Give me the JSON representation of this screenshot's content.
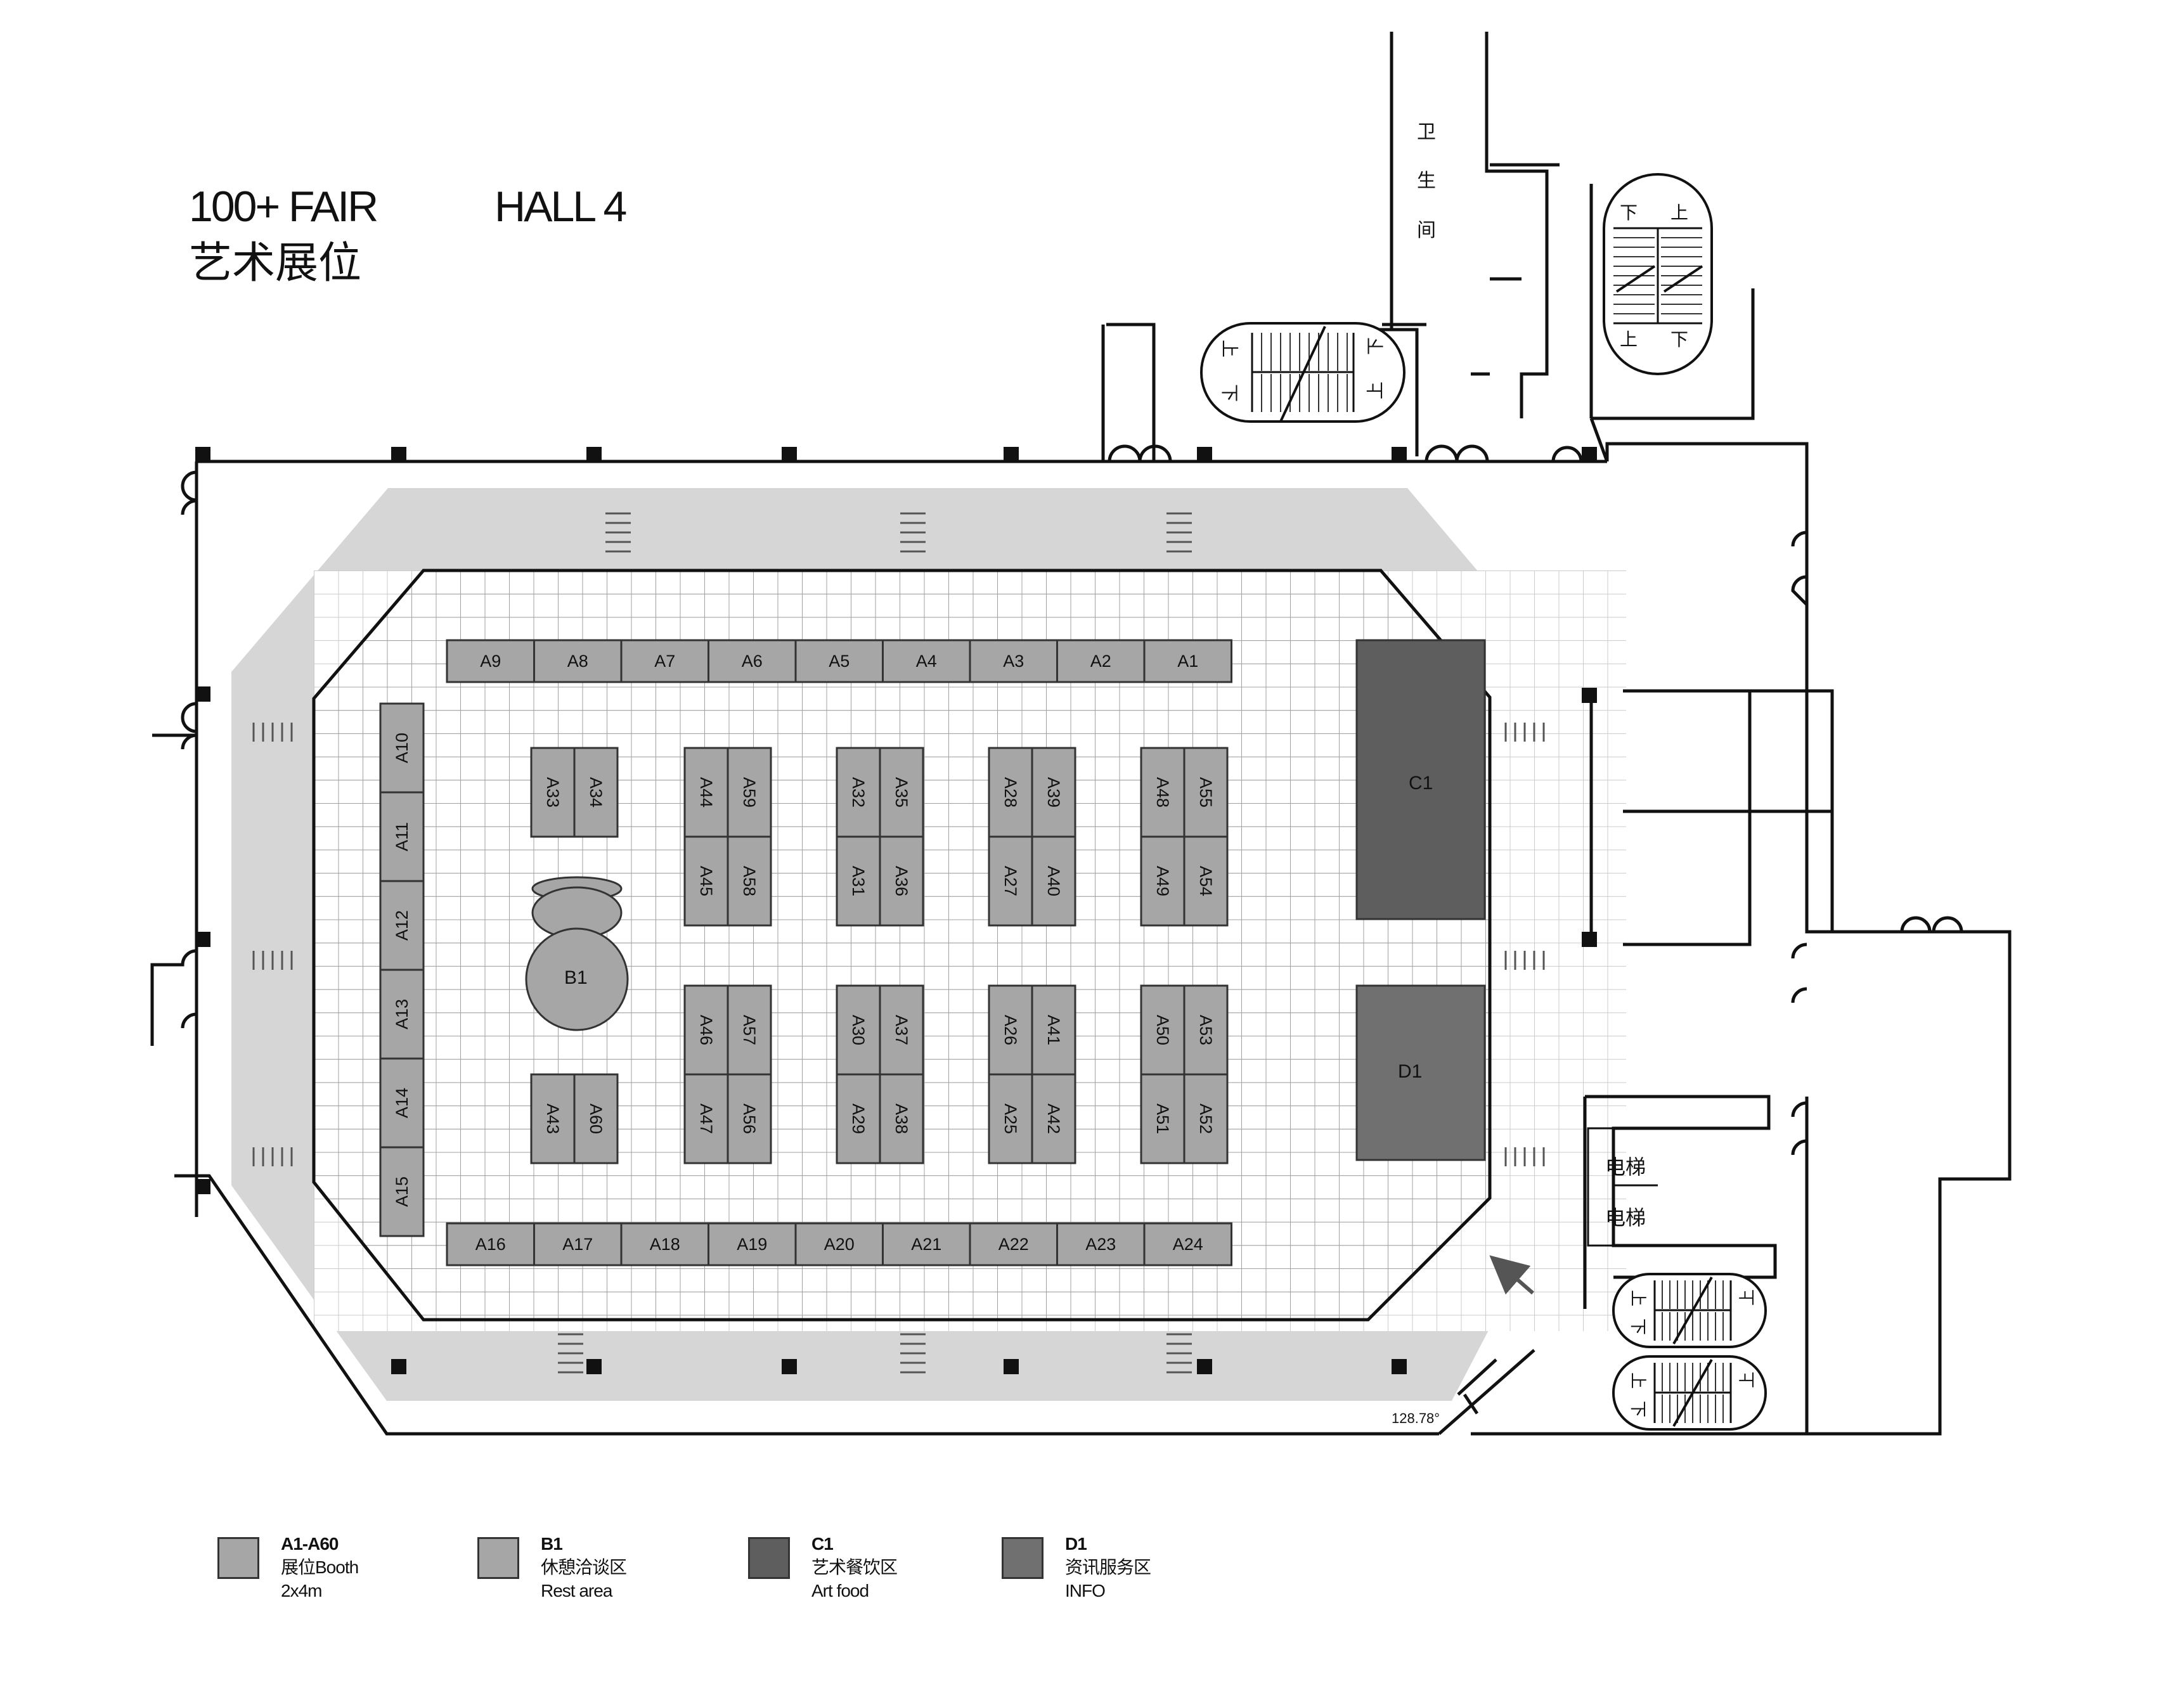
{
  "header": {
    "fair_name": "100+ FAIR",
    "hall": "HALL 4",
    "subtitle": "艺术展位"
  },
  "colors": {
    "booth": "#a6a6a6",
    "rest": "#a6a6a6",
    "food": "#5e5e5e",
    "info": "#707070",
    "corridor": "#d6d6d6",
    "grid_line": "#9a9a9a",
    "wall": "#111111"
  },
  "booths": {
    "top_row": [
      "A9",
      "A8",
      "A7",
      "A6",
      "A5",
      "A4",
      "A3",
      "A2",
      "A1"
    ],
    "bottom_row": [
      "A16",
      "A17",
      "A18",
      "A19",
      "A20",
      "A21",
      "A22",
      "A23",
      "A24"
    ],
    "left_column": [
      "A10",
      "A11",
      "A12",
      "A13",
      "A14",
      "A15"
    ],
    "blocks_upper": [
      [
        "A33",
        "A34"
      ],
      [
        "A44",
        "A59",
        "A45",
        "A58"
      ],
      [
        "A32",
        "A35",
        "A31",
        "A36"
      ],
      [
        "A28",
        "A39",
        "A27",
        "A40"
      ],
      [
        "A48",
        "A55",
        "A49",
        "A54"
      ]
    ],
    "blocks_lower": [
      [
        "A43",
        "A60"
      ],
      [
        "A46",
        "A57",
        "A47",
        "A56"
      ],
      [
        "A30",
        "A37",
        "A29",
        "A38"
      ],
      [
        "A26",
        "A41",
        "A25",
        "A42"
      ],
      [
        "A50",
        "A53",
        "A51",
        "A52"
      ]
    ]
  },
  "zones": {
    "rest": "B1",
    "food": "C1",
    "info": "D1"
  },
  "facilities": {
    "toilet": [
      "卫",
      "生",
      "间"
    ],
    "elevators": [
      "电梯",
      "电梯"
    ],
    "stair_up": "上",
    "stair_down": "下",
    "angle": "128.78°"
  },
  "legend": [
    {
      "code": "A1-A60",
      "line1": "展位Booth",
      "line2": "2x4m",
      "color": "#a6a6a6"
    },
    {
      "code": "B1",
      "line1": "休憩洽谈区",
      "line2": "Rest area",
      "color": "#a6a6a6"
    },
    {
      "code": "C1",
      "line1": "艺术餐饮区",
      "line2": "Art food",
      "color": "#5e5e5e"
    },
    {
      "code": "D1",
      "line1": "资讯服务区",
      "line2": "INFO",
      "color": "#707070"
    }
  ]
}
